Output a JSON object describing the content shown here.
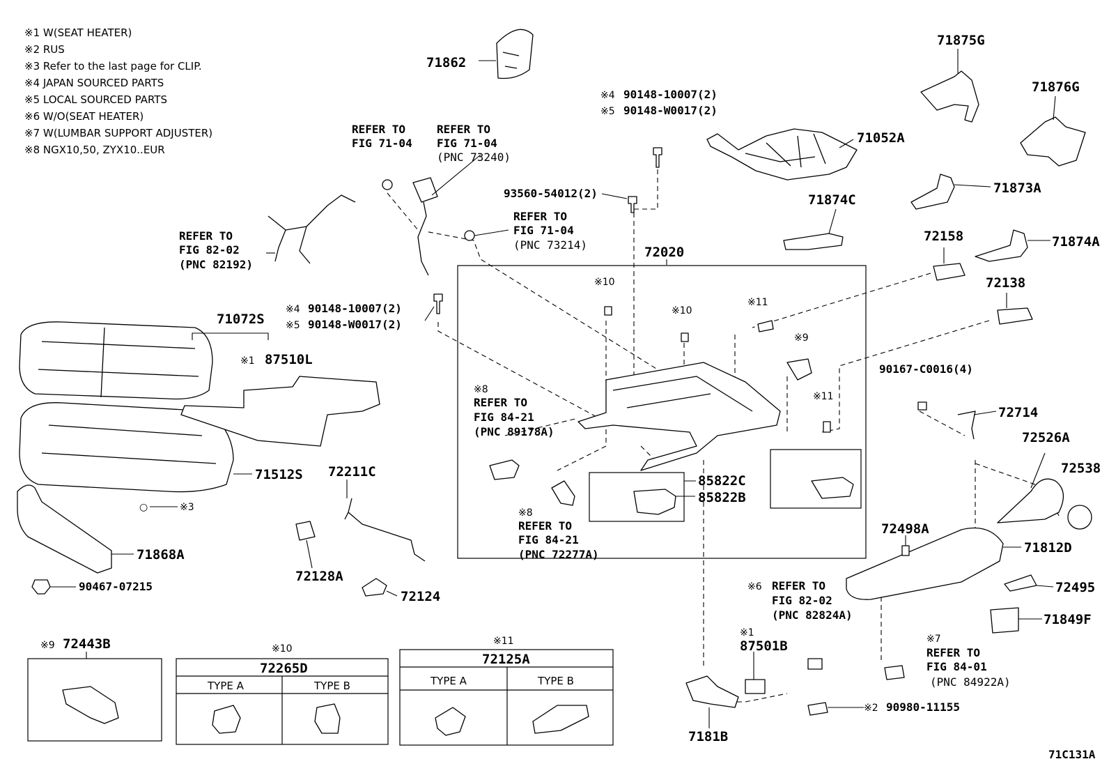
{
  "notes": [
    "※1 W(SEAT HEATER)",
    "※2 RUS",
    "※3 Refer to the last page for CLIP.",
    "※4 JAPAN SOURCED PARTS",
    "※5 LOCAL SOURCED PARTS",
    "※6 W/O(SEAT HEATER)",
    "※7 W(LUMBAR SUPPORT ADJUSTER)",
    "※8 NGX10,50, ZYX10..EUR"
  ],
  "parts": {
    "p71862": "71862",
    "p71875G": "71875G",
    "p71876G": "71876G",
    "p71052A": "71052A",
    "p71873A": "71873A",
    "p71874C": "71874C",
    "p71874A": "71874A",
    "p72158": "72158",
    "p72138": "72138",
    "p72020": "72020",
    "p71072S": "71072S",
    "p87510L": "87510L",
    "p71512S": "71512S",
    "p72211C": "72211C",
    "p71868A": "71868A",
    "p90467": "90467-07215",
    "p72128A": "72128A",
    "p72124": "72124",
    "p72443B": "72443B",
    "p85822C": "85822C",
    "p85822B": "85822B",
    "p90167": "90167-C0016(4)",
    "p72714": "72714",
    "p72526A": "72526A",
    "p72538": "72538",
    "p72498A": "72498A",
    "p71812D": "71812D",
    "p72495": "72495",
    "p71849F": "71849F",
    "p87501B": "87501B",
    "p7181B": "7181B",
    "p90980": "90980-11155",
    "p93560": "93560-54012(2)",
    "p90148a_top": "90148-10007(2)",
    "p90148b_top": "90148-W0017(2)",
    "p90148a_mid": "90148-10007(2)",
    "p90148b_mid": "90148-W0017(2)"
  },
  "marks": {
    "m1": "※1",
    "m2": "※2",
    "m3": "※3",
    "m4": "※4",
    "m5": "※5",
    "m6": "※6",
    "m7": "※7",
    "m8": "※8",
    "m9": "※9",
    "m10": "※10",
    "m11": "※11"
  },
  "refs": {
    "refer_to": "REFER TO",
    "fig_71_04": "FIG 71-04",
    "fig_82_02": "FIG 82-02",
    "fig_84_21": "FIG 84-21",
    "fig_84_01": "FIG 84-01",
    "pnc_73240": "(PNC 73240)",
    "pnc_73214": "(PNC 73214)",
    "pnc_82192": "(PNC 82192)",
    "pnc_89178A": "(PNC 89178A)",
    "pnc_72277A": "(PNC 72277A)",
    "pnc_82824A": "(PNC 82824A)",
    "pnc_84922A": "(PNC 84922A)"
  },
  "tables": {
    "t72265D": {
      "mark": "※10",
      "title": "72265D",
      "col_a": "TYPE A",
      "col_b": "TYPE B"
    },
    "t72125A": {
      "mark": "※11",
      "title": "72125A",
      "col_a": "TYPE A",
      "col_b": "TYPE B"
    }
  },
  "figure_id": "71C131A"
}
